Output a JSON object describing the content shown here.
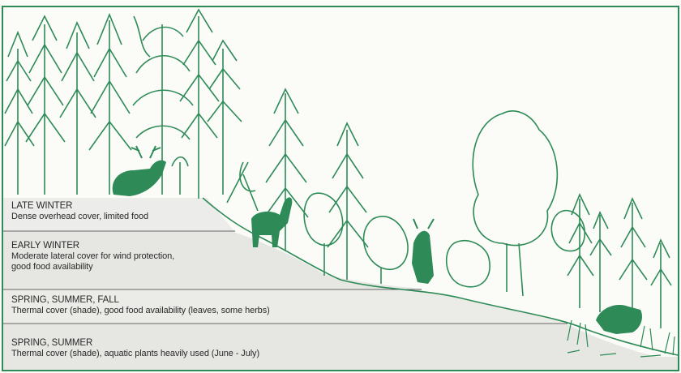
{
  "colors": {
    "ink": "#2e8b57",
    "band": "#e9e9e6",
    "background": "#fbfbf8"
  },
  "zones": [
    {
      "title": "LATE WINTER",
      "description": "Dense overhead cover, limited food"
    },
    {
      "title": "EARLY WINTER",
      "description": "Moderate lateral cover for wind protection,",
      "description_line2": "good food availability"
    },
    {
      "title": "SPRING, SUMMER, FALL",
      "description": "Thermal cover (shade), good food availability (leaves, some herbs)"
    },
    {
      "title": "SPRING, SUMMER",
      "description": "Thermal cover (shade), aquatic plants heavily used (June - July)"
    }
  ]
}
